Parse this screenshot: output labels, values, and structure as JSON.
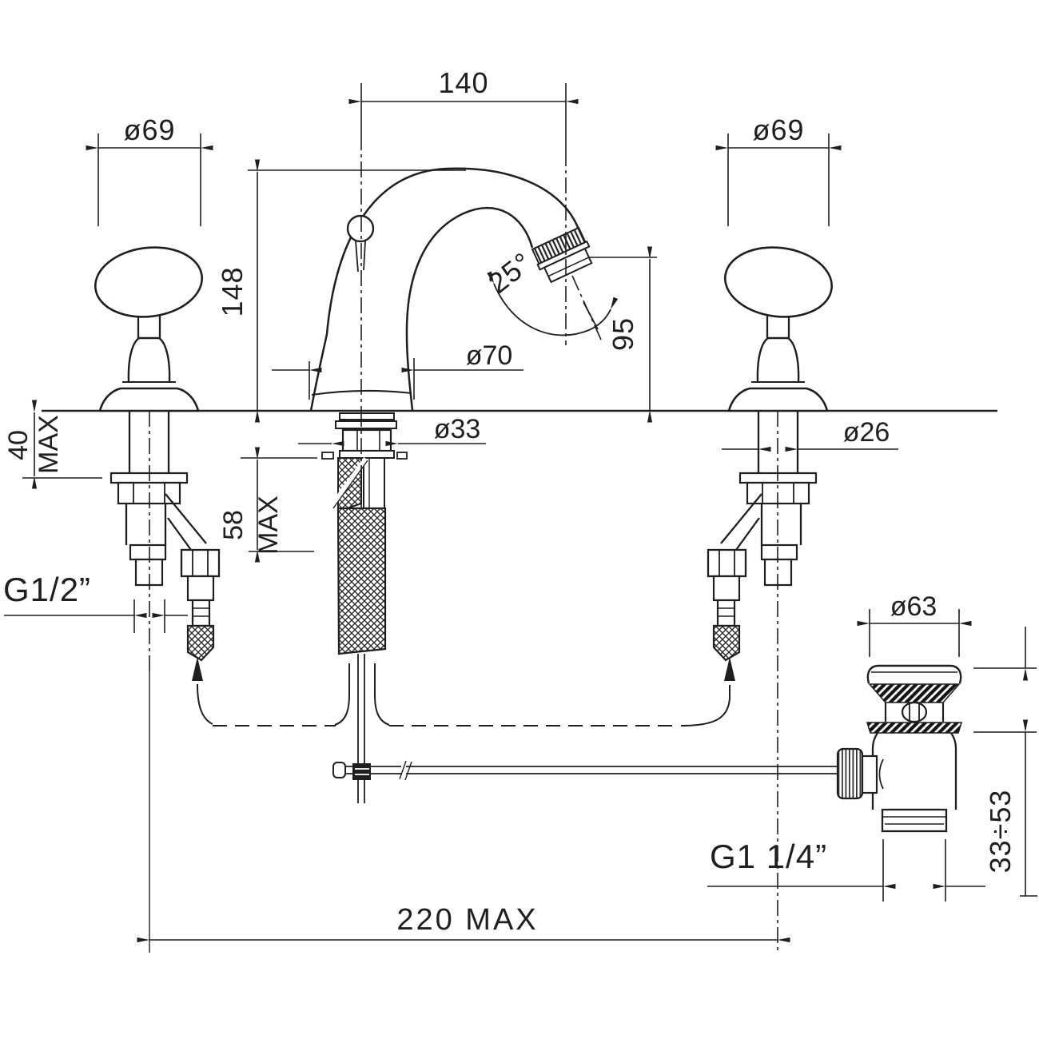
{
  "drawing": {
    "type": "technical-dimension-drawing",
    "subject": "3-hole basin faucet with pop-up waste",
    "background": "#ffffff",
    "line_color": "#1f1f1f",
    "labels": {
      "spout_reach": "140",
      "left_handle_dia": "ø69",
      "right_handle_dia": "ø69",
      "spout_height": "148",
      "spout_angle": "25°",
      "outlet_height": "95",
      "base_dia": "ø70",
      "center_hole_dia": "ø33",
      "handle_hole_dia": "ø26",
      "deck_max_value": "40",
      "deck_max_suffix": "MAX",
      "under_deck_value": "58",
      "under_deck_suffix": "MAX",
      "inlet_thread": "G1/2”",
      "waste_flange_dia": "ø63",
      "waste_thread": "G1  1/4”",
      "waste_clamp_range": "33÷53",
      "hole_spacing": "220  MAX"
    }
  }
}
